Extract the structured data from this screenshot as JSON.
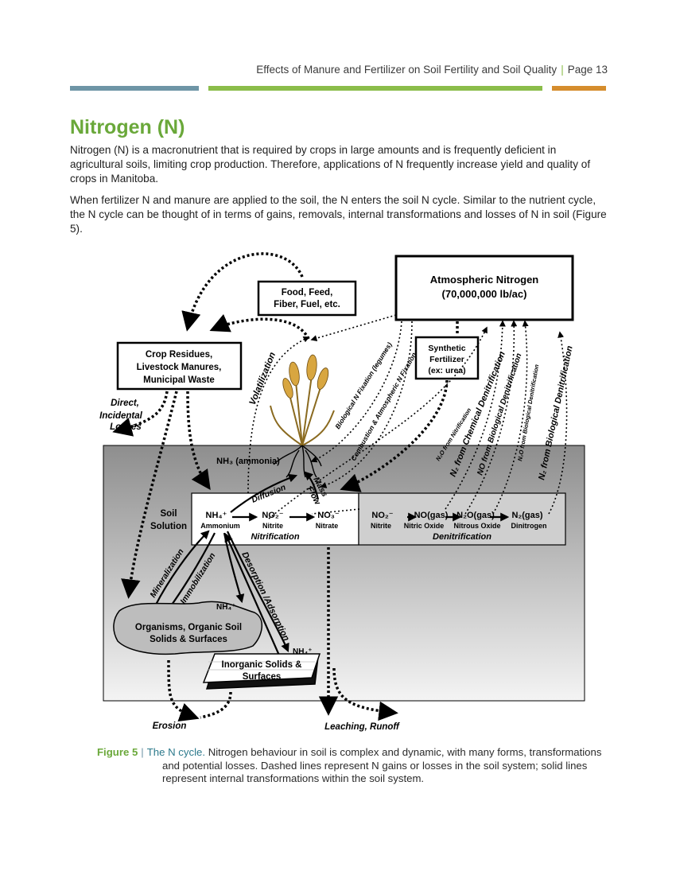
{
  "header": {
    "running_title": "Effects of Manure and Fertilizer on Soil Fertility and Soil Quality",
    "separator": "|",
    "page_label": "Page 13"
  },
  "colors": {
    "rule_blue": "#6e95a6",
    "rule_green": "#8bbd4a",
    "rule_orange": "#d58d2d",
    "title_green": "#6aa83a",
    "soil_gray": "#9a9a9a"
  },
  "section": {
    "title": "Nitrogen (N)",
    "paragraphs": [
      "Nitrogen (N) is a macronutrient that is required by crops in large amounts and is frequently deficient in agricultural soils, limiting crop production. Therefore, applications of N frequently increase yield and quality of crops in Manitoba.",
      "When fertilizer N and manure are applied to the soil, the N enters the soil N cycle. Similar to the nutrient cycle, the N cycle can be thought of in terms of gains, removals, internal transformations and losses of N in soil (Figure 5)."
    ]
  },
  "figure": {
    "boxes": {
      "atmospheric_line1": "Atmospheric Nitrogen",
      "atmospheric_line2": "(70,000,000 lb/ac)",
      "food_line1": "Food, Feed,",
      "food_line2": "Fiber, Fuel, etc.",
      "crop_line1": "Crop Residues,",
      "crop_line2": "Livestock Manures,",
      "crop_line3": "Municipal Waste",
      "synthetic_line1": "Synthetic",
      "synthetic_line2": "Fertilizer",
      "synthetic_line3": "(ex: urea)"
    },
    "loss_labels": {
      "direct_line1": "Direct,",
      "direct_line2": "Incidental",
      "direct_line3": "Losses",
      "erosion": "Erosion",
      "leaching": "Leaching, Runoff"
    },
    "pathway_labels": {
      "volatilization": "Volatilization",
      "biological_fixation": "Biological N Fixation (legumes)",
      "combustion_fixation": "Combustion & Atmospheric N Fixation",
      "n2o_nitrification": "N₂O from Nitrification",
      "n2_chemical": "N₂ from Chemical Denitrification",
      "no_biological": "NO from Biological Denitrification",
      "n2o_biological": "N₂O from Biological Denitrification",
      "n2_biological": "N₂ from Biological Denitrification",
      "nh3": "NH₃ (ammonia)",
      "diffusion": "Diffusion",
      "mass_flow_line1": "Mass",
      "mass_flow_line2": "Flow",
      "mineralization": "Mineralization",
      "immobilization": "Immobilization",
      "desorption": "Desorption /Adsorption"
    },
    "soil_solution": {
      "label_line1": "Soil",
      "label_line2": "Solution",
      "nh4": "NH₄⁺",
      "nh4_name": "Ammonium",
      "no2": "NO₂⁻",
      "no2_name": "Nitrite",
      "no3": "NO₃⁻",
      "no3_name": "Nitrate",
      "nitrification": "Nitrification",
      "no2_den": "NO₂⁻",
      "no2_den_name": "Nitrite",
      "no_gas": "NO(gas)",
      "no_gas_name": "Nitric Oxide",
      "n2o_gas": "N₂O(gas)",
      "n2o_gas_name": "Nitrous Oxide",
      "n2_gas": "N₂(gas)",
      "n2_gas_name": "Dinitrogen",
      "denitrification": "Denitrification"
    },
    "pools": {
      "nh4_organic": "NH₄⁺",
      "organisms_line1": "Organisms, Organic Soil",
      "organisms_line2": "Solids & Surfaces",
      "nh4_inorganic": "NH₄⁺",
      "inorganic_line1": "Inorganic Solids &",
      "inorganic_line2": "Surfaces"
    }
  },
  "caption": {
    "label": "Figure 5",
    "separator": "|",
    "title": "The N cycle.",
    "text": "Nitrogen behaviour in soil is complex and dynamic, with many forms, transformations and potential losses. Dashed lines represent N gains or losses in the soil system; solid lines represent internal transformations within the soil system."
  }
}
